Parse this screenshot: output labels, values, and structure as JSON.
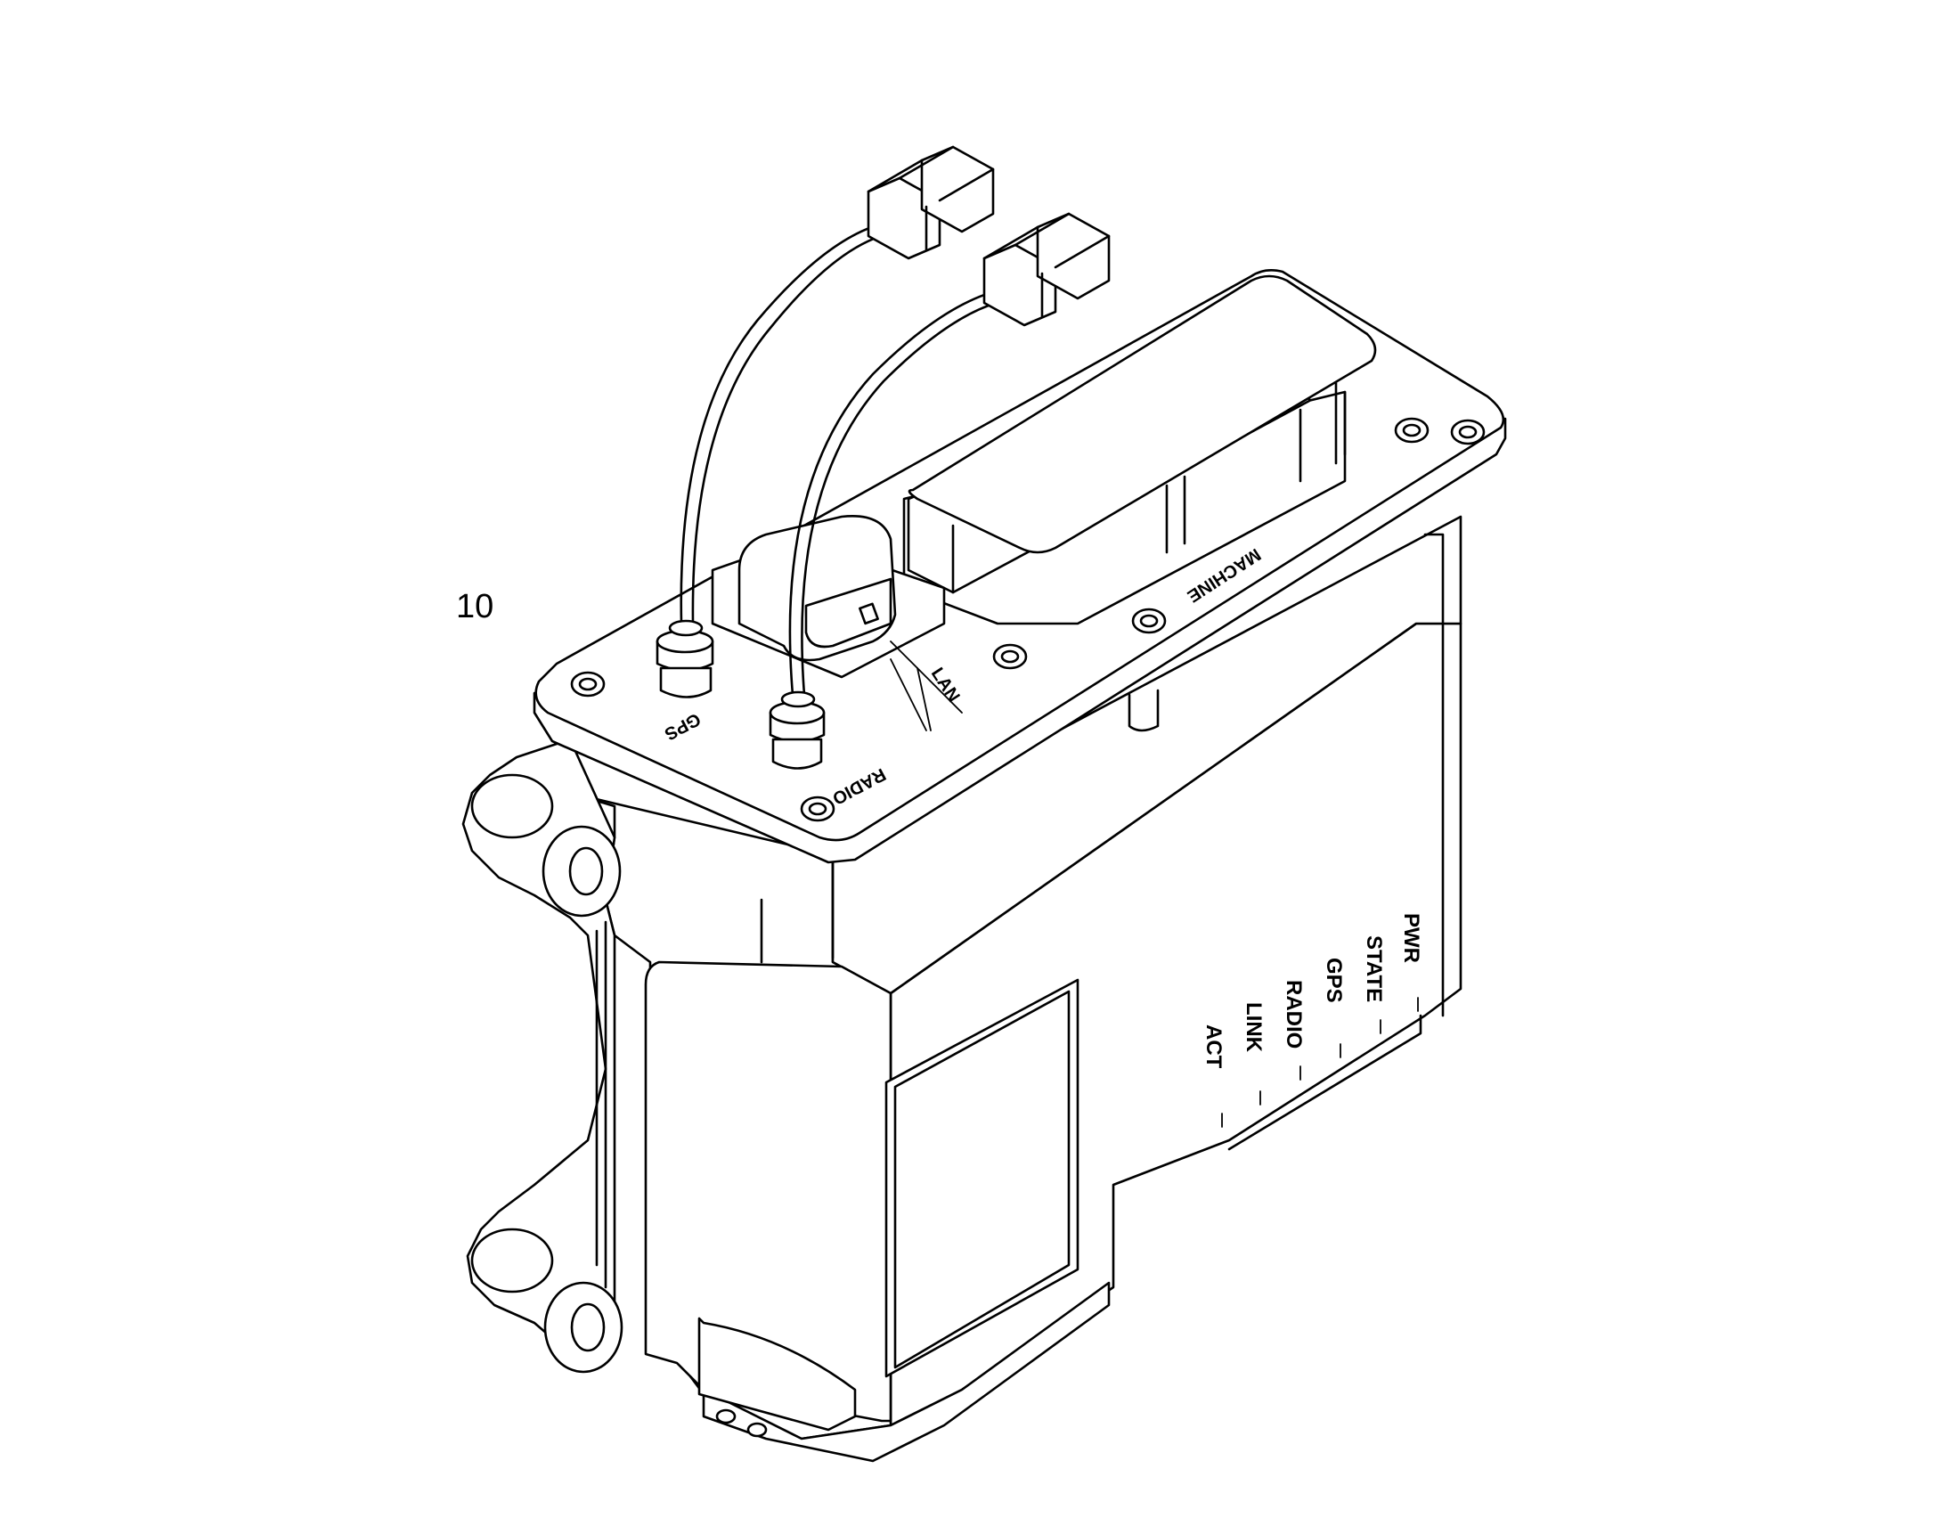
{
  "figure": {
    "callout_number": "10",
    "labels": {
      "gps": "GPS",
      "radio": "RADIO",
      "lan": "LAN",
      "machine": "MACHINE"
    },
    "led_labels": [
      "PWR",
      "STATE",
      "GPS",
      "RADIO",
      "LINK",
      "ACT"
    ],
    "line_color": "#000000",
    "background_color": "#ffffff"
  }
}
